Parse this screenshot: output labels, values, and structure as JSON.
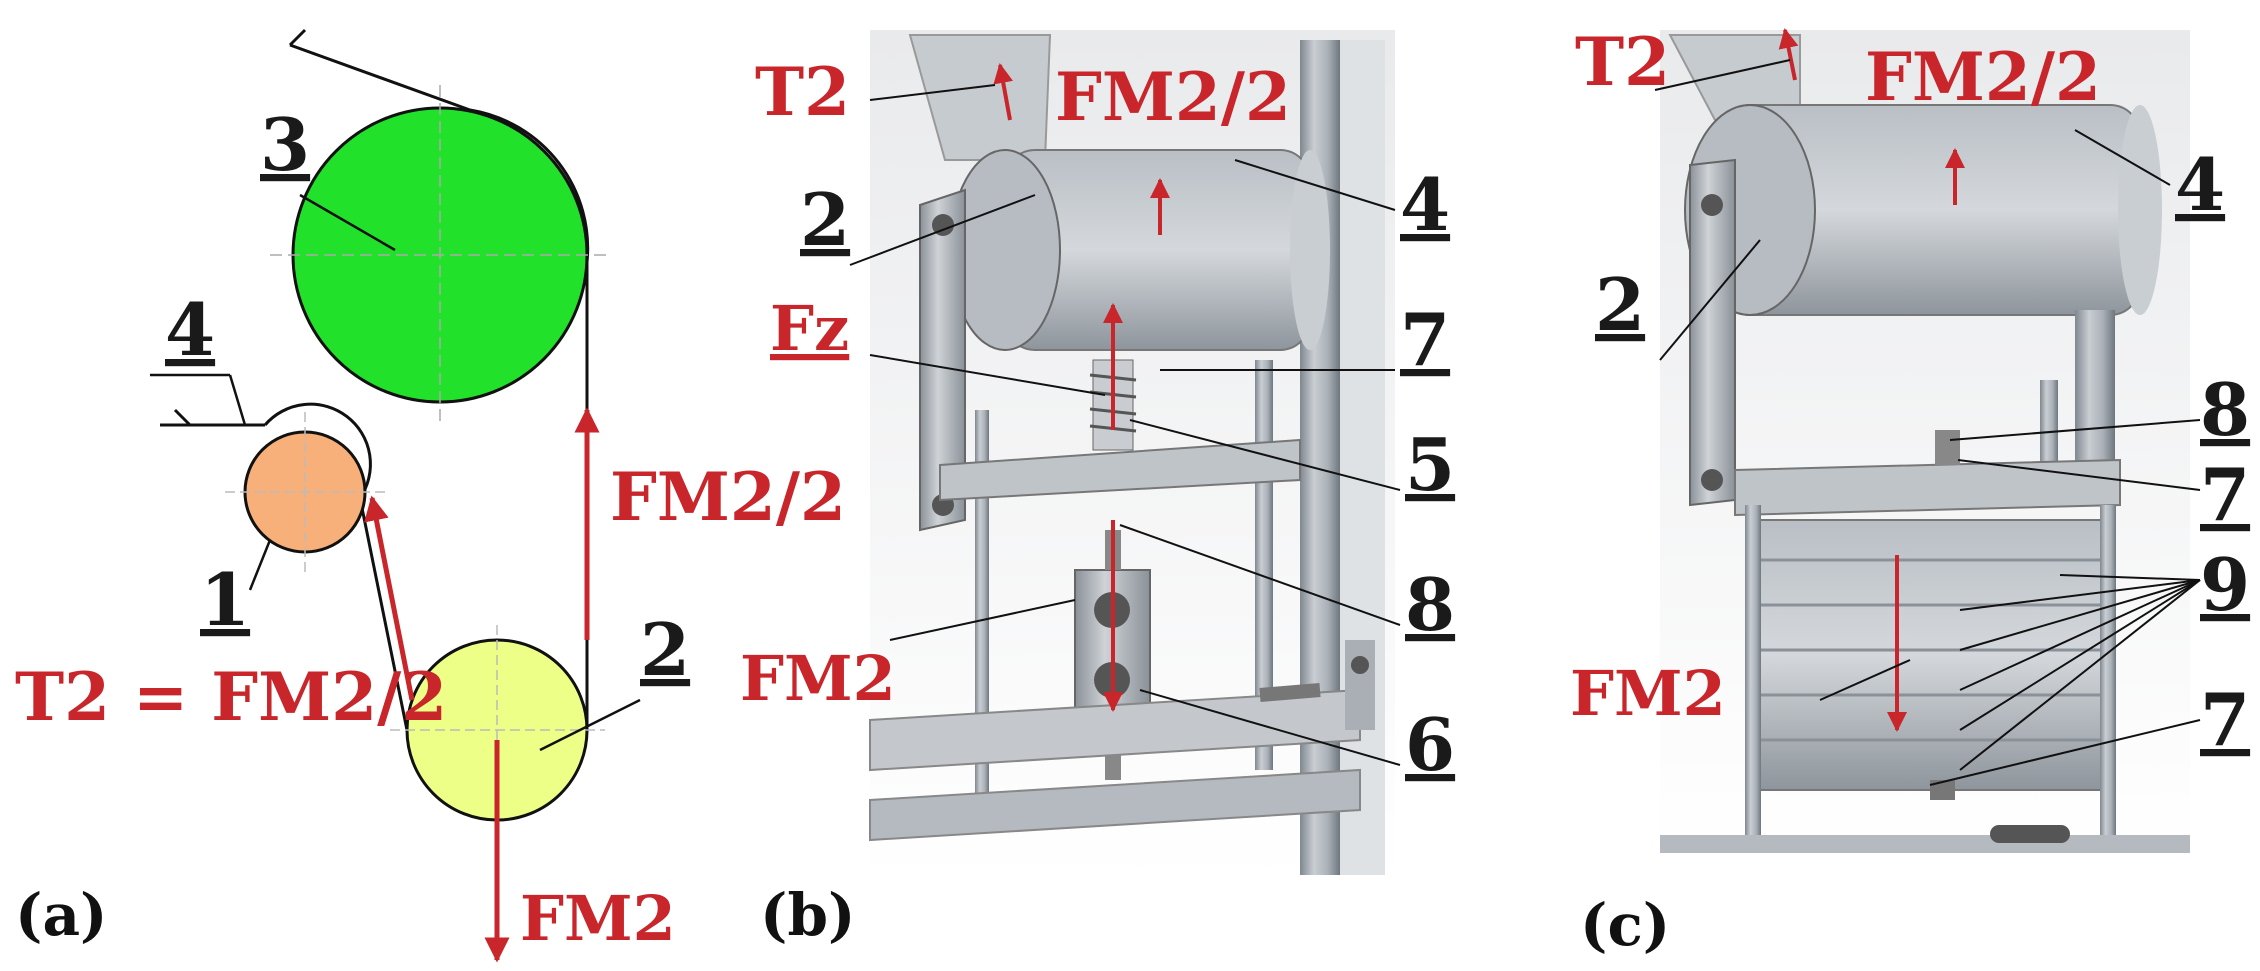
{
  "panels": {
    "a": {
      "label": "(a)"
    },
    "b": {
      "label": "(b)"
    },
    "c": {
      "label": "(c)"
    }
  },
  "panel_a": {
    "roller_3": "3",
    "roller_4": "4",
    "roller_1": "1",
    "roller_2": "2",
    "force_tension": "T2 = FM2/2",
    "force_right": "FM2/2",
    "force_down": "FM2"
  },
  "panel_b": {
    "t2": "T2",
    "fm2_half": "FM2/2",
    "fz": "Fz",
    "fm2": "FM2",
    "n2": "2",
    "n4": "4",
    "n7": "7",
    "n5": "5",
    "n8": "8",
    "n6": "6"
  },
  "panel_c": {
    "t2": "T2",
    "fm2_half": "FM2/2",
    "fm2": "FM2",
    "n2": "2",
    "n4": "4",
    "n8": "8",
    "n7a": "7",
    "n9": "9",
    "n7b": "7"
  },
  "colors": {
    "force_red": "#c8262b",
    "roller_green": "#22e12a",
    "roller_orange": "#f8b07a",
    "roller_yellow": "#eeff88",
    "metal": "#aab1b8"
  }
}
